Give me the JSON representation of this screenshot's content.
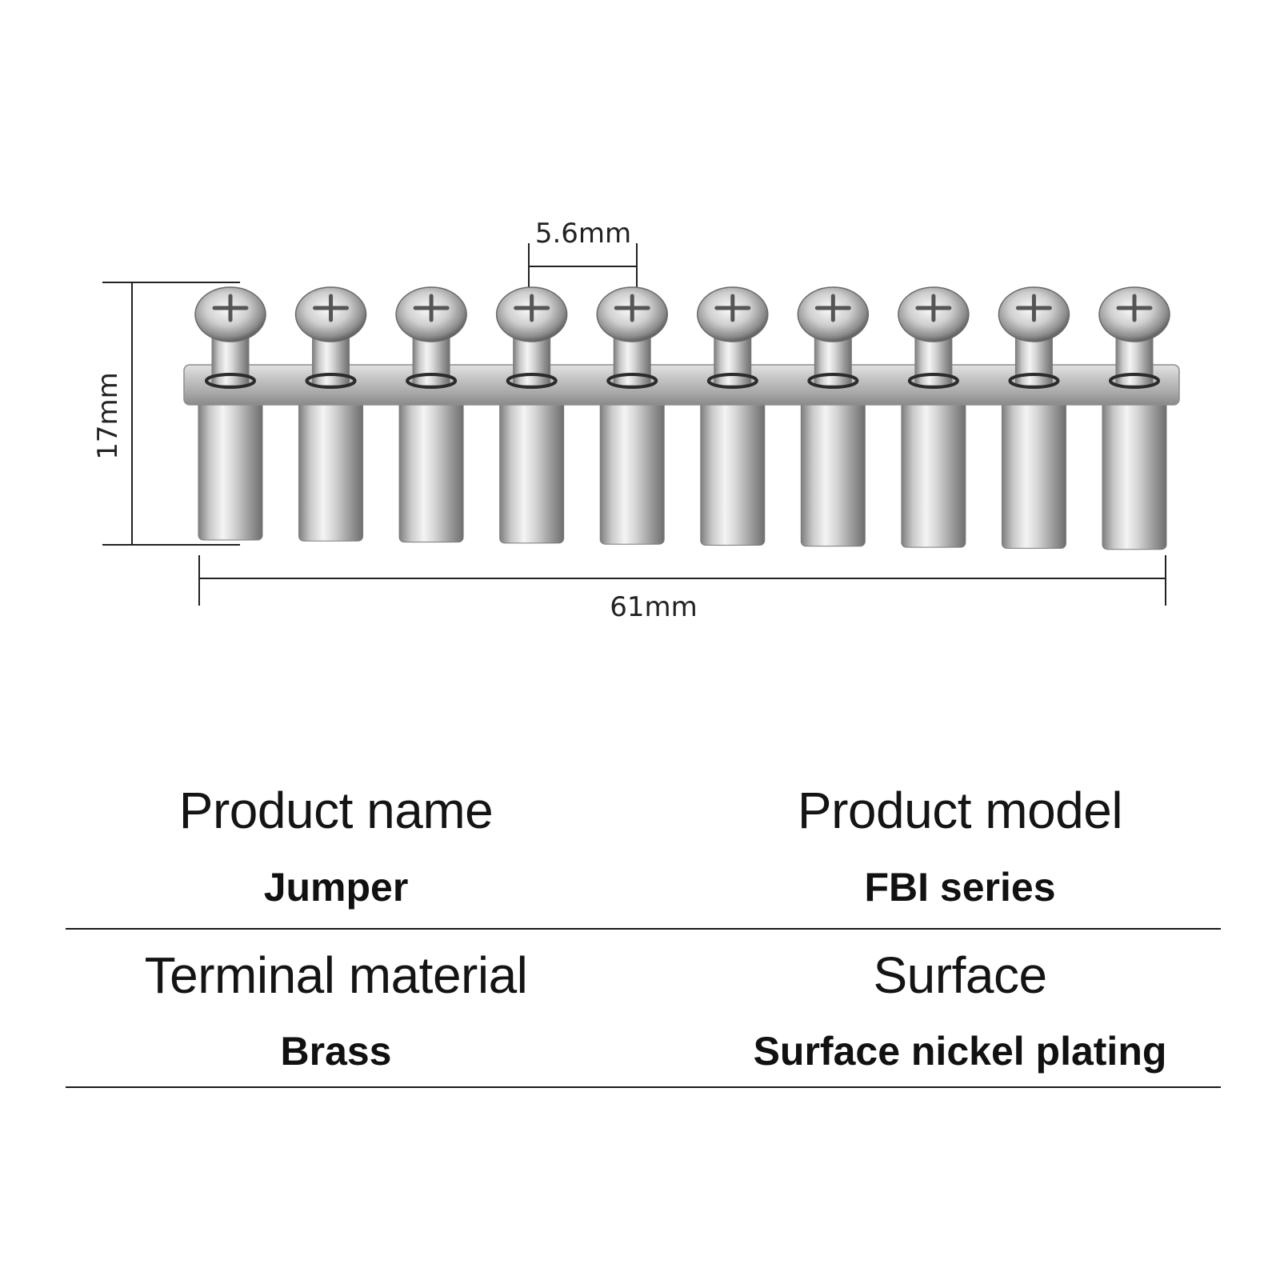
{
  "dimensions": {
    "pitch": "5.6mm",
    "height": "17mm",
    "length": "61mm"
  },
  "product": {
    "pin_count": 10
  },
  "specs": {
    "row1": {
      "left_label": "Product name",
      "left_value": "Jumper",
      "right_label": "Product model",
      "right_value": "FBI series"
    },
    "row2": {
      "left_label": "Terminal material",
      "left_value": "Brass",
      "right_label": "Surface",
      "right_value": "Surface nickel plating"
    }
  }
}
